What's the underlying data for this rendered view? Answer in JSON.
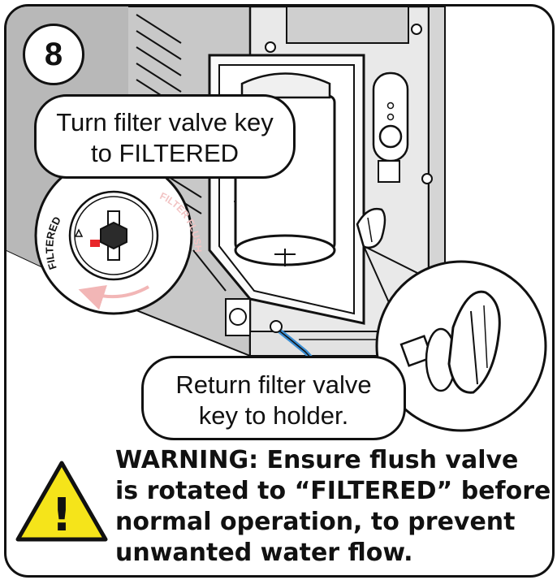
{
  "step": {
    "number": "8"
  },
  "callouts": {
    "turn_key": {
      "line1": "Turn filter valve key",
      "line2": "to FILTERED"
    },
    "return_key": {
      "line1": "Return filter valve",
      "line2": "key to holder."
    }
  },
  "dial": {
    "label_filtered": "FILTERED",
    "label_flush": "FILTER FLUSH"
  },
  "warning": {
    "line1": "WARNING: Ensure flush valve",
    "line2": "is rotated to “FILTERED” before",
    "line3": "normal operation, to prevent",
    "line4": "unwanted water flow.",
    "icon_symbol": "!"
  },
  "colors": {
    "warning_yellow": "#f5e41a",
    "valve_red": "#e8262a",
    "hose_blue": "#3b8fd4",
    "flush_arrow_pink": "#f2b6b6"
  }
}
